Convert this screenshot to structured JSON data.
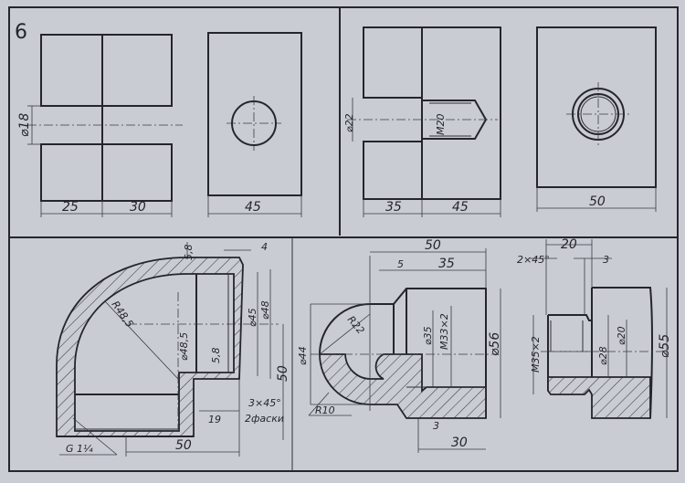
{
  "sheet": {
    "number": "6"
  },
  "view_top_left": {
    "dia_hole": "⌀18",
    "dim_left": "25",
    "dim_right": "30",
    "dim_width": "45"
  },
  "view_top_right": {
    "dia_hole": "⌀22",
    "thread": "M20",
    "dim_left": "35",
    "dim_right": "45",
    "dim_width": "50"
  },
  "view_elbow": {
    "wall_top": "5,8",
    "chamfer_len": "4",
    "radius": "R48,5",
    "dia_inner": "⌀48,5",
    "dia_45": "⌀45",
    "dia_48": "⌀48",
    "wall_inner": "5,8",
    "height": "50",
    "chamfer": "3×45°",
    "chamfer_note": "2фаски",
    "depth": "19",
    "thread": "G 1¼",
    "width": "50"
  },
  "view_plug": {
    "overall": "50",
    "step": "5",
    "body": "35",
    "radius_22": "R22",
    "dia_44": "⌀44",
    "dia_35": "⌀35",
    "thread": "M33×2",
    "dia_56": "⌀56",
    "radius_10": "R10",
    "groove": "3",
    "bottom": "30"
  },
  "view_nut": {
    "length": "20",
    "chamfer": "2×45°",
    "groove": "3",
    "thread": "M35×2",
    "dia_28": "⌀28",
    "dia_20": "⌀20",
    "dia_55": "⌀55"
  }
}
